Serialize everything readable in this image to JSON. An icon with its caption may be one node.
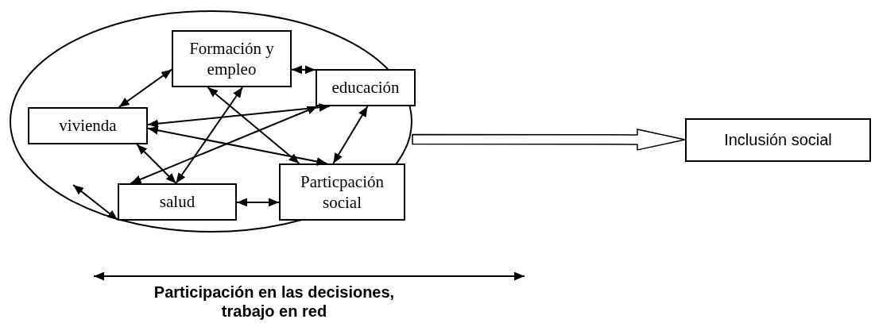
{
  "diagram": {
    "nodes": [
      {
        "text": [],
        "shape": "ellipse"
      },
      {
        "text": [
          "Formación y empleo"
        ],
        "in": 0
      },
      {
        "text": [
          "educación"
        ],
        "in": 0
      },
      {
        "text": [
          "vivienda"
        ],
        "in": 0
      },
      {
        "text": [
          "salud"
        ],
        "in": 0
      },
      {
        "text": [
          "Particpación social"
        ],
        "in": 0
      },
      {
        "text": [
          "Inclusión social"
        ]
      }
    ],
    "edges": [
      {
        "from": 1,
        "to": 3,
        "arrow": "both"
      },
      {
        "from": 1,
        "to": 2,
        "arrow": "both"
      },
      {
        "from": 1,
        "to": 4,
        "arrow": "both"
      },
      {
        "from": 1,
        "to": 5,
        "arrow": "both"
      },
      {
        "from": 3,
        "to": 2,
        "arrow": "both"
      },
      {
        "from": 3,
        "to": 5,
        "arrow": "both"
      },
      {
        "from": 3,
        "to": 4,
        "arrow": "both"
      },
      {
        "from": 4,
        "to": 2,
        "arrow": "both"
      },
      {
        "from": 2,
        "to": 5,
        "arrow": "both"
      },
      {
        "from": 4,
        "to": 5,
        "arrow": "both"
      },
      {
        "from": 0,
        "to": 6,
        "arrow": "to",
        "style": "thick"
      },
      {
        "from": 0,
        "to": 4,
        "arrow": "both"
      }
    ],
    "labels": [
      "Participación en las decisiones, trabajo en red"
    ]
  }
}
